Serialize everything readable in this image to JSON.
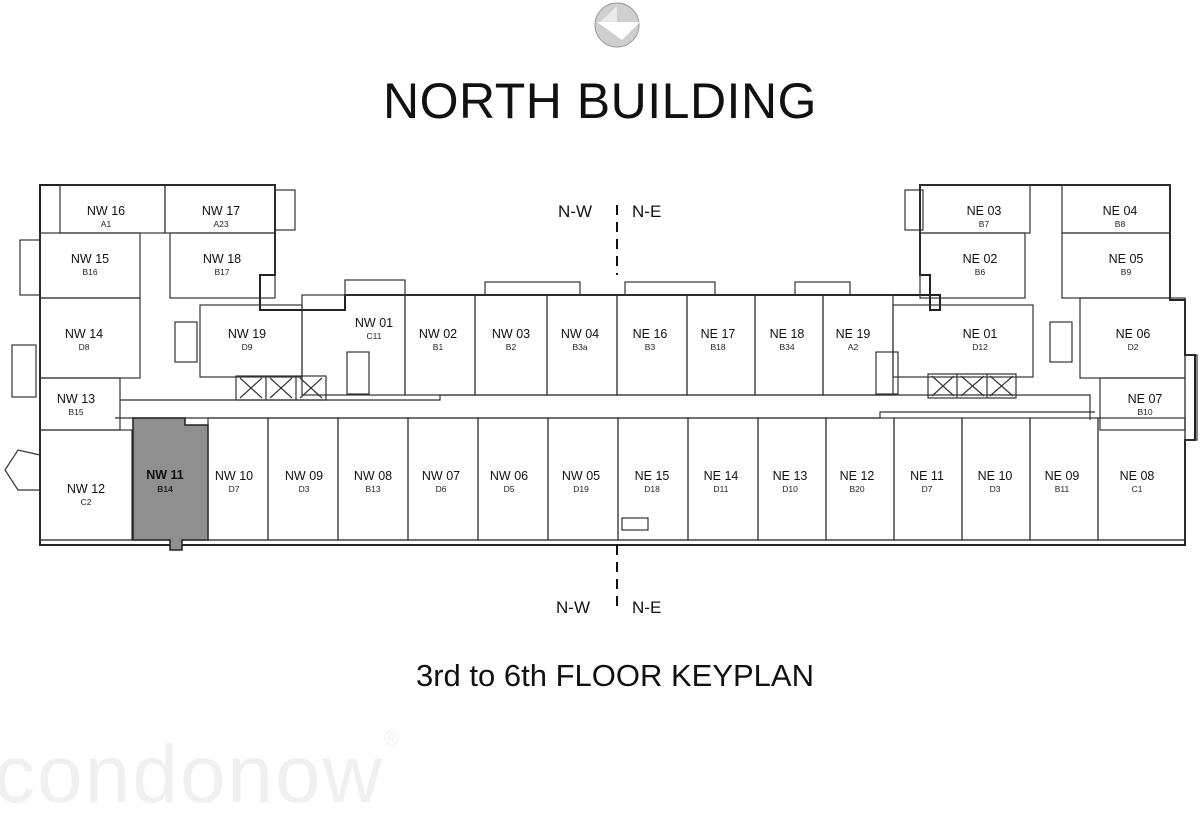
{
  "title": "NORTH BUILDING",
  "subtitle": "3rd to 6th FLOOR KEYPLAN",
  "watermark": "condonow",
  "watermark_mark": "®",
  "compass_icon": "compass-north-arrow-icon",
  "divider_labels": {
    "top_left": "N-W",
    "top_right": "N-E",
    "bottom_left": "N-W",
    "bottom_right": "N-E"
  },
  "highlight_color": "#8f8f8f",
  "selected_unit": "NW 11",
  "units": [
    {
      "code": "NW 16",
      "type": "A1"
    },
    {
      "code": "NW 17",
      "type": "A23"
    },
    {
      "code": "NW 15",
      "type": "B16"
    },
    {
      "code": "NW 18",
      "type": "B17"
    },
    {
      "code": "NW 14",
      "type": "D8"
    },
    {
      "code": "NW 19",
      "type": "D9"
    },
    {
      "code": "NW 13",
      "type": "B15"
    },
    {
      "code": "NW 12",
      "type": "C2"
    },
    {
      "code": "NW 11",
      "type": "B14",
      "highlighted": true
    },
    {
      "code": "NW 10",
      "type": "D7"
    },
    {
      "code": "NW 09",
      "type": "D3"
    },
    {
      "code": "NW 08",
      "type": "B13"
    },
    {
      "code": "NW 07",
      "type": "D6"
    },
    {
      "code": "NW 06",
      "type": "D5"
    },
    {
      "code": "NW 05",
      "type": "D19"
    },
    {
      "code": "NE 15",
      "type": "D18"
    },
    {
      "code": "NE 14",
      "type": "D11"
    },
    {
      "code": "NE 13",
      "type": "D10"
    },
    {
      "code": "NE 12",
      "type": "B20"
    },
    {
      "code": "NE 11",
      "type": "D7"
    },
    {
      "code": "NE 10",
      "type": "D3"
    },
    {
      "code": "NE 09",
      "type": "B11"
    },
    {
      "code": "NE 08",
      "type": "C1"
    },
    {
      "code": "NW 01",
      "type": "C11"
    },
    {
      "code": "NW 02",
      "type": "B1"
    },
    {
      "code": "NW 03",
      "type": "B2"
    },
    {
      "code": "NW 04",
      "type": "B3a"
    },
    {
      "code": "NE 16",
      "type": "B3"
    },
    {
      "code": "NE 17",
      "type": "B18"
    },
    {
      "code": "NE 18",
      "type": "B34"
    },
    {
      "code": "NE 19",
      "type": "A2"
    },
    {
      "code": "NE 01",
      "type": "D12"
    },
    {
      "code": "NE 03",
      "type": "B7"
    },
    {
      "code": "NE 04",
      "type": "B8"
    },
    {
      "code": "NE 02",
      "type": "B6"
    },
    {
      "code": "NE 05",
      "type": "B9"
    },
    {
      "code": "NE 06",
      "type": "D2"
    },
    {
      "code": "NE 07",
      "type": "B10"
    }
  ]
}
